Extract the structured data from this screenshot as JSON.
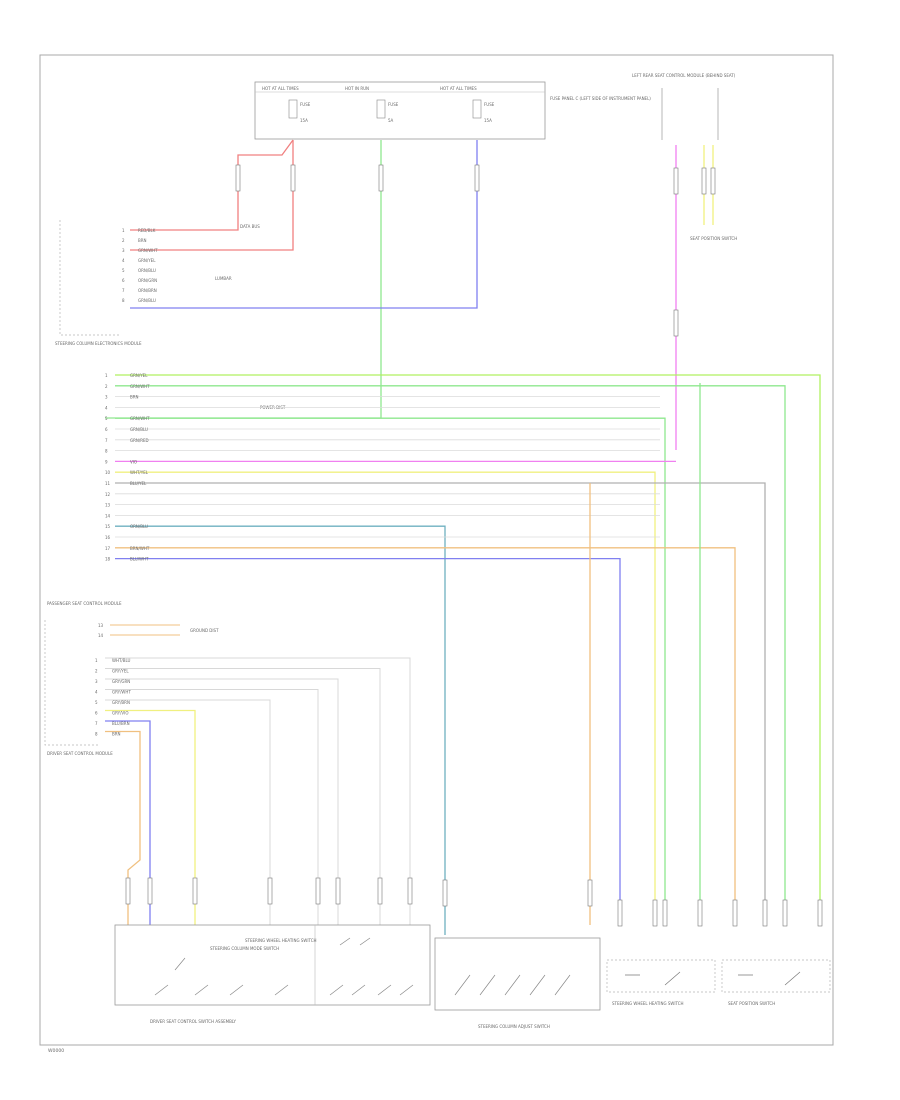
{
  "figure_code": "W0000",
  "fuses": [
    {
      "header": "HOT AT ALL TIMES",
      "fuse_text": "FUSE",
      "amp_text": "15A"
    },
    {
      "header": "HOT IN RUN",
      "fuse_text": "FUSE",
      "amp_text": "5A"
    },
    {
      "header": "HOT AT ALL TIMES",
      "fuse_text": "FUSE",
      "amp_text": "15A"
    }
  ],
  "fuse_block_label": "FUSE PANEL C (LEFT SIDE OF INSTRUMENT PANEL)",
  "components": {
    "left_rear_seat_module": "LEFT REAR SEAT CONTROL MODULE (BEHIND SEAT)",
    "steering_column_module": "STEERING COLUMN ELECTRONICS MODULE",
    "passenger_seat_module": "PASSENGER SEAT CONTROL MODULE",
    "driver_seat_module": "DRIVER SEAT CONTROL MODULE",
    "driver_switch_assembly": "DRIVER SEAT CONTROL SWITCH ASSEMBLY",
    "steering_column_adjust_switch": "STEERING COLUMN ADJUST SWITCH",
    "steering_wheel_heating_switch": "STEERING WHEEL HEATING SWITCH",
    "steering_column_mode_switch": "STEERING COLUMN MODE SWITCH",
    "seat_position_switch": "SEAT POSITION SWITCH",
    "data_bus_note": "DATA BUS",
    "power_dist_note": "POWER DIST",
    "ground_dist_note": "GROUND DIST",
    "lumbar_note": "LUMBAR"
  },
  "upper_connector_pins": [
    {
      "pin": "1",
      "wire": "RED/BLK"
    },
    {
      "pin": "2",
      "wire": "BRN"
    },
    {
      "pin": "3",
      "wire": "GRN/WHT"
    },
    {
      "pin": "4",
      "wire": "GRN/YEL"
    },
    {
      "pin": "5",
      "wire": "ORN/BLU"
    },
    {
      "pin": "6",
      "wire": "ORN/GRN"
    },
    {
      "pin": "7",
      "wire": "ORN/BRN"
    },
    {
      "pin": "8",
      "wire": "GRN/BLU"
    }
  ],
  "main_connector_pins": [
    {
      "pin": "1",
      "wire": "GRN/YEL"
    },
    {
      "pin": "2",
      "wire": "GRN/WHT"
    },
    {
      "pin": "3",
      "wire": "BRN"
    },
    {
      "pin": "4",
      "wire": ""
    },
    {
      "pin": "5",
      "wire": "GRN/WHT"
    },
    {
      "pin": "6",
      "wire": "GRN/BLU"
    },
    {
      "pin": "7",
      "wire": "GRN/RED"
    },
    {
      "pin": "8",
      "wire": ""
    },
    {
      "pin": "9",
      "wire": "VIO"
    },
    {
      "pin": "10",
      "wire": "WHT/YEL"
    },
    {
      "pin": "11",
      "wire": "BLU/YEL"
    },
    {
      "pin": "12",
      "wire": ""
    },
    {
      "pin": "13",
      "wire": ""
    },
    {
      "pin": "14",
      "wire": ""
    },
    {
      "pin": "15",
      "wire": "ORN/BLU"
    },
    {
      "pin": "16",
      "wire": ""
    },
    {
      "pin": "17",
      "wire": "BRN/WHT"
    },
    {
      "pin": "18",
      "wire": "BLU/WHT"
    }
  ],
  "switch_connector_pins": [
    {
      "pin": "1",
      "wire": "WHT/BLU"
    },
    {
      "pin": "2",
      "wire": "GRY/YEL"
    },
    {
      "pin": "3",
      "wire": "GRY/GRN"
    },
    {
      "pin": "4",
      "wire": "GRY/WHT"
    },
    {
      "pin": "5",
      "wire": "GRY/BRN"
    },
    {
      "pin": "6",
      "wire": "GRY/VIO"
    },
    {
      "pin": "7",
      "wire": "BLU/BRN"
    },
    {
      "pin": "8",
      "wire": "BRN"
    }
  ],
  "colors": {
    "red": "#f08080",
    "green": "#8fe88f",
    "blue": "#8080f0",
    "magenta": "#f080f0",
    "yellow": "#f0f080",
    "orange": "#f0c080",
    "gray": "#b0b0b0",
    "teal": "#6fb0c0",
    "lime": "#b0f060"
  }
}
